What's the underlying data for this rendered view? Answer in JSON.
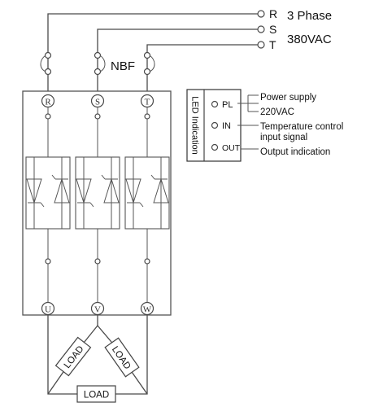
{
  "supply": {
    "phases": [
      "R",
      "S",
      "T"
    ],
    "phase_text": "3 Phase",
    "voltage_text": "380VAC",
    "breaker_label": "NBF"
  },
  "module": {
    "input_terminals": [
      "R",
      "S",
      "T"
    ],
    "output_terminals": [
      "U",
      "V",
      "W"
    ]
  },
  "led_panel": {
    "title": "LED Indication",
    "indicators": [
      {
        "code": "PL",
        "desc_lines": [
          "Power supply",
          "220VAC"
        ]
      },
      {
        "code": "IN",
        "desc_lines": [
          "Temperature control",
          "input signal"
        ]
      },
      {
        "code": "OUT",
        "desc_lines": [
          "Output indication"
        ]
      }
    ]
  },
  "loads": [
    "LOAD",
    "LOAD",
    "LOAD"
  ]
}
